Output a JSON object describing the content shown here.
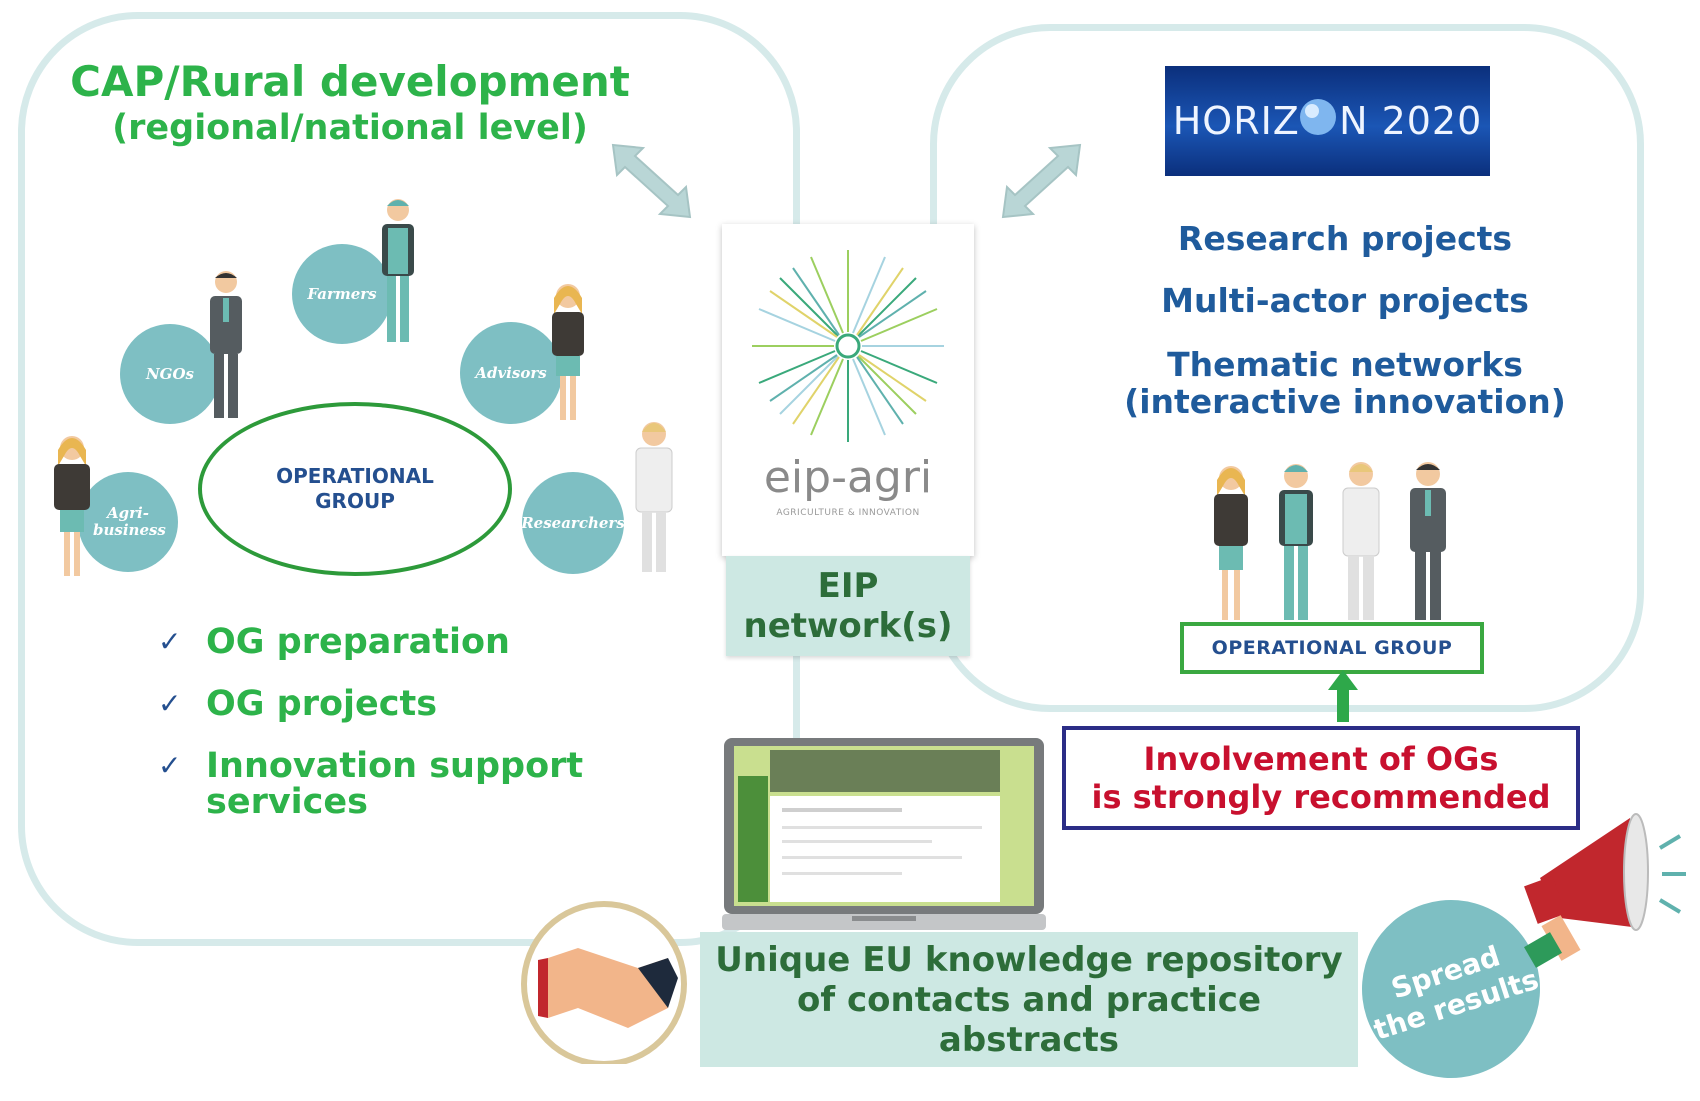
{
  "left_panel": {
    "title": "CAP/Rural development",
    "subtitle": "(regional/national level)",
    "actors": {
      "farmers": "Farmers",
      "ngos": "NGOs",
      "advisors": "Advisors",
      "agri_business": "Agri-business",
      "researchers": "Researchers"
    },
    "operational_group": "OPERATIONAL GROUP",
    "bullets": [
      "OG preparation",
      "OG projects",
      "Innovation support services"
    ]
  },
  "center": {
    "logo_text": "eip-agri",
    "logo_tagline": "AGRICULTURE & INNOVATION",
    "network_label_line1": "EIP",
    "network_label_line2": "network(s)"
  },
  "right_panel": {
    "horizon_logo_text": "HORIZ   N 2020",
    "items": [
      "Research projects",
      "Multi-actor projects",
      "Thematic networks",
      "(interactive innovation)"
    ],
    "operational_group": "OPERATIONAL GROUP"
  },
  "recommendation": {
    "line1": "Involvement of OGs",
    "line2": "is strongly recommended"
  },
  "repository": {
    "line1": "Unique EU knowledge repository",
    "line2": "of contacts and practice",
    "line3": "abstracts"
  },
  "spread": {
    "line1": "Spread",
    "line2": "the results"
  },
  "colors": {
    "green": "#2db34a",
    "teal_circle": "#7ebfc3",
    "panel_border": "#d6eaea",
    "blue_text": "#1f5b9c",
    "red_text": "#c8102e",
    "navy_border": "#2b2d86"
  }
}
